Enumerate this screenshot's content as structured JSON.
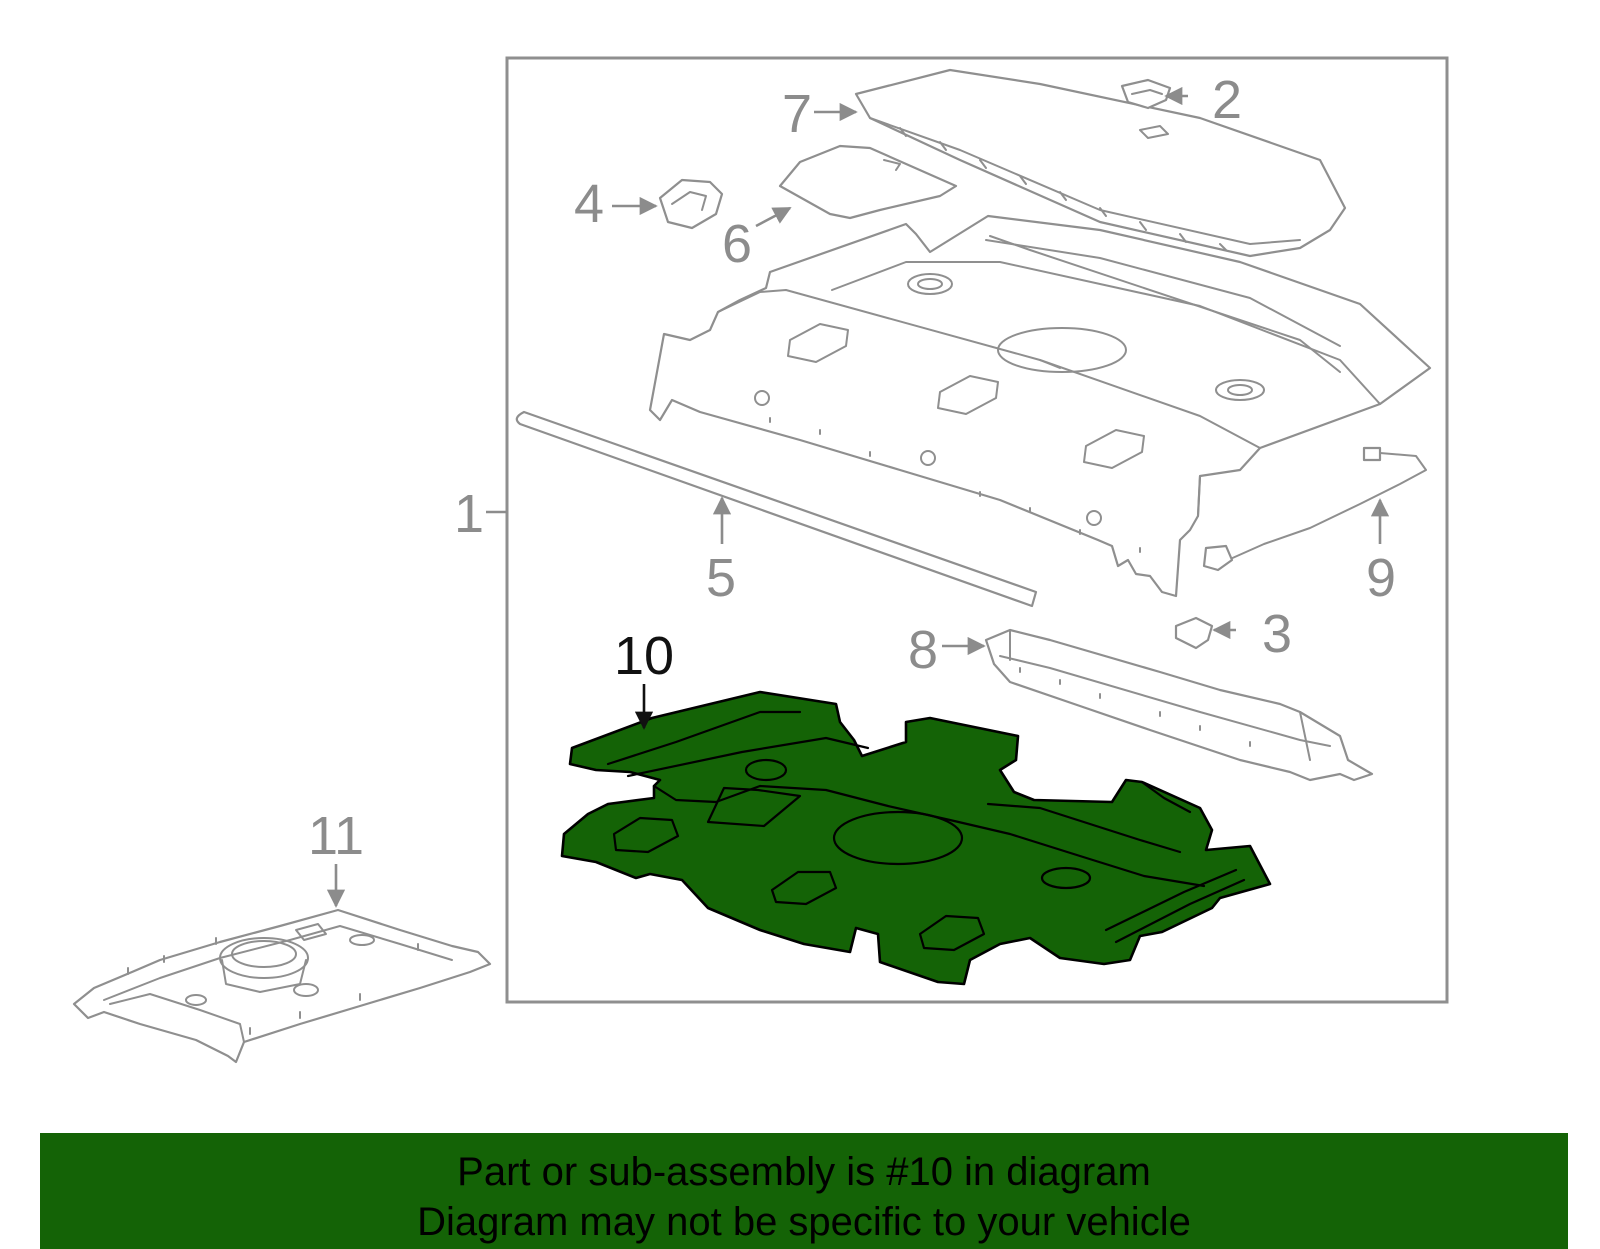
{
  "colors": {
    "highlight": "#146306",
    "line": "#8f8f8f",
    "frame": "#8f8f8f",
    "banner": "#146306"
  },
  "highlighted_part": "10",
  "callouts": {
    "c1": "1",
    "c2": "2",
    "c3": "3",
    "c4": "4",
    "c5": "5",
    "c6": "6",
    "c7": "7",
    "c8": "8",
    "c9": "9",
    "c10": "10",
    "c11": "11"
  },
  "banner": {
    "line1": "Part or sub-assembly is #10 in diagram",
    "line2": "Diagram may not be specific to your vehicle"
  }
}
